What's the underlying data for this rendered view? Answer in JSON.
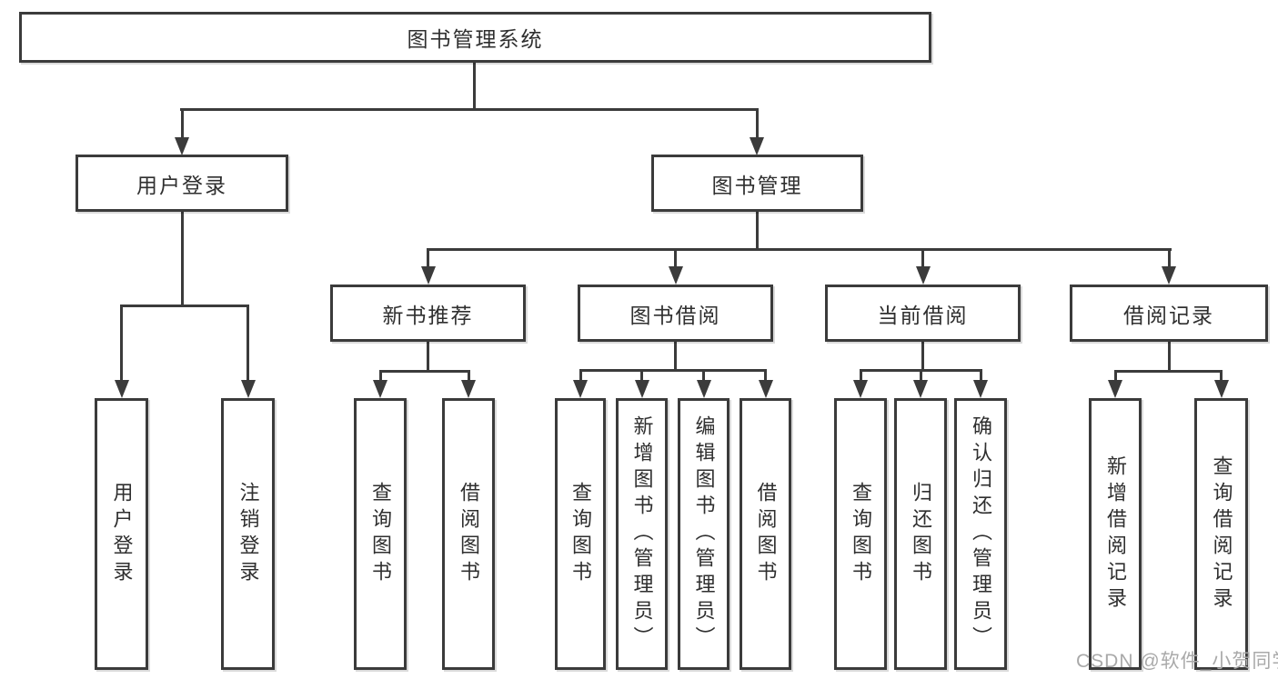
{
  "tree": {
    "label": "图书管理系统",
    "children": [
      {
        "label": "用户登录",
        "children": [
          {
            "label": "用户登录"
          },
          {
            "label": "注销登录"
          }
        ]
      },
      {
        "label": "图书管理",
        "children": [
          {
            "label": "新书推荐",
            "children": [
              {
                "label": "查询图书"
              },
              {
                "label": "借阅图书"
              }
            ]
          },
          {
            "label": "图书借阅",
            "children": [
              {
                "label": "查询图书"
              },
              {
                "label": "新增图书（管理员）"
              },
              {
                "label": "编辑图书（管理员）"
              },
              {
                "label": "借阅图书"
              }
            ]
          },
          {
            "label": "当前借阅",
            "children": [
              {
                "label": "查询图书"
              },
              {
                "label": "归还图书"
              },
              {
                "label": "确认归还（管理员）"
              }
            ]
          },
          {
            "label": "借阅记录",
            "children": [
              {
                "label": "新增借阅记录"
              },
              {
                "label": "查询借阅记录"
              }
            ]
          }
        ]
      }
    ]
  },
  "watermark": {
    "text": "CSDN @软件_小贺同学"
  },
  "colors": {
    "line": "#3b3b3b",
    "text": "#2f2f2f",
    "watermark": "#a9a9a9",
    "background": "#ffffff"
  }
}
